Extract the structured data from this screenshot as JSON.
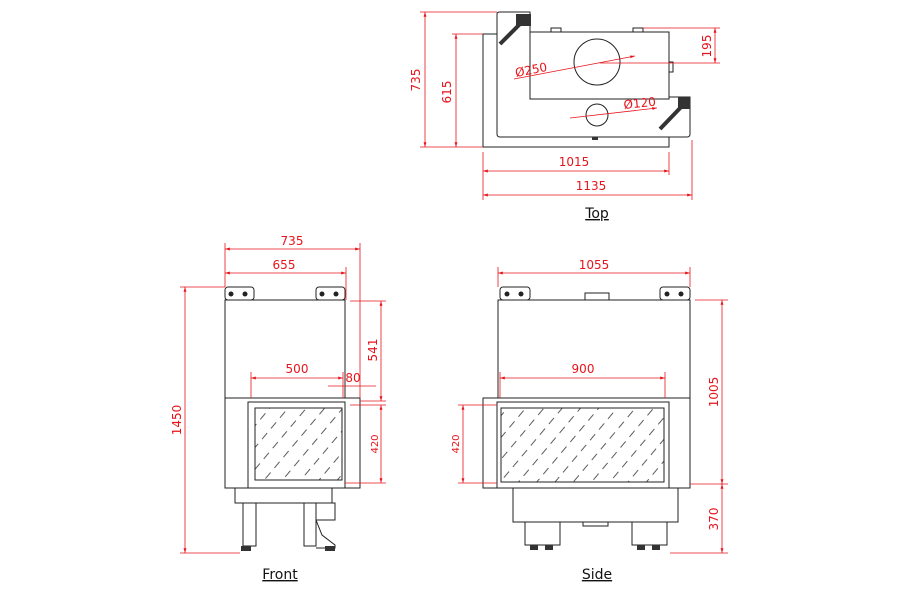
{
  "views": {
    "top": {
      "label": "Top",
      "dims": {
        "depth_total": "735",
        "depth_inner": "615",
        "offset": "195",
        "width_inner": "1015",
        "width_total": "1135",
        "flue_large": "Ø250",
        "flue_small": "Ø120"
      }
    },
    "front": {
      "label": "Front",
      "dims": {
        "width_total": "735",
        "width_body": "655",
        "height_total": "1450",
        "upper_height": "541",
        "glass_height": "420",
        "glass_width": "500",
        "side_offset": "80"
      }
    },
    "side": {
      "label": "Side",
      "dims": {
        "width_body": "1055",
        "upper_height": "1005",
        "leg_height": "370",
        "glass_height": "420",
        "glass_width": "900"
      }
    }
  },
  "colors": {
    "dimension": "#e8141b",
    "outline": "#222222"
  }
}
